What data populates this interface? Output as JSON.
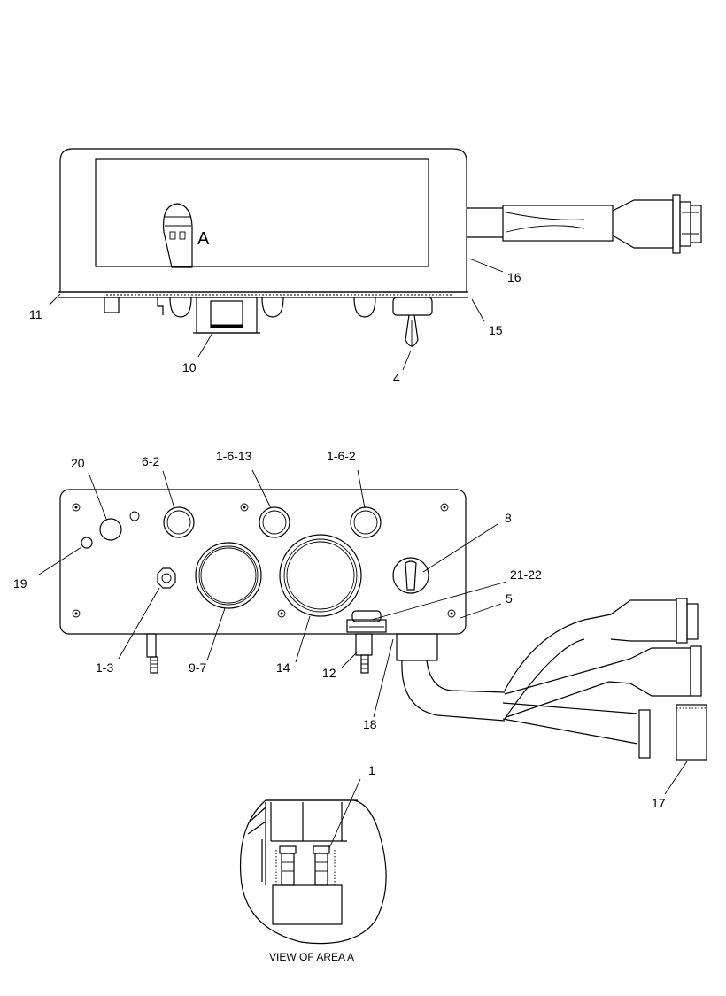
{
  "diagram": {
    "top_view": {
      "detail_marker": "A",
      "callouts": [
        "11",
        "10",
        "4",
        "15",
        "16"
      ]
    },
    "front_view": {
      "callouts": [
        "20",
        "6-2",
        "1-6-13",
        "1-6-2",
        "8",
        "21-22",
        "5",
        "19",
        "1-3",
        "9-7",
        "14",
        "12",
        "18",
        "17"
      ]
    },
    "detail_view": {
      "callout": "1",
      "caption": "VIEW OF AREA A"
    }
  }
}
